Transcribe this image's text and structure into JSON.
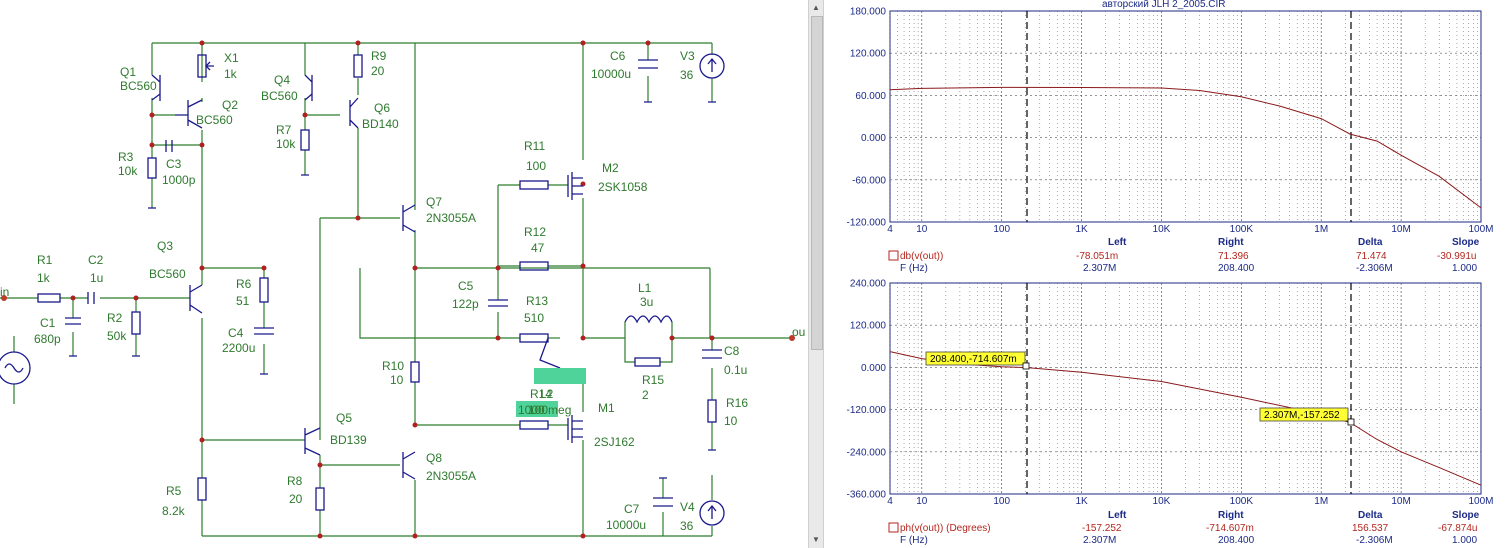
{
  "schematic": {
    "wire_color": "#2e7d2e",
    "component_color": "#1a1a8c",
    "text_color": "#2f7a2f",
    "highlight_color": "#4fd39a",
    "components": [
      {
        "id": "Q1",
        "ref": "Q1",
        "value": "BC560"
      },
      {
        "id": "Q2",
        "ref": "Q2",
        "value": "BC560"
      },
      {
        "id": "X1",
        "ref": "X1",
        "value": "1k"
      },
      {
        "id": "R3",
        "ref": "R3",
        "value": "10k"
      },
      {
        "id": "C3",
        "ref": "C3",
        "value": "1000p"
      },
      {
        "id": "Q4",
        "ref": "Q4",
        "value": "BC560"
      },
      {
        "id": "R9",
        "ref": "R9",
        "value": "20"
      },
      {
        "id": "Q6",
        "ref": "Q6",
        "value": "BD140"
      },
      {
        "id": "R7",
        "ref": "R7",
        "value": "10k"
      },
      {
        "id": "C6",
        "ref": "C6",
        "value": "10000u"
      },
      {
        "id": "V3",
        "ref": "V3",
        "value": "36"
      },
      {
        "id": "R11",
        "ref": "R11",
        "value": "100"
      },
      {
        "id": "M2",
        "ref": "M2",
        "value": "2SK1058"
      },
      {
        "id": "Q7",
        "ref": "Q7",
        "value": "2N3055A"
      },
      {
        "id": "R12",
        "ref": "R12",
        "value": "47"
      },
      {
        "id": "R1",
        "ref": "R1",
        "value": "1k"
      },
      {
        "id": "C2",
        "ref": "C2",
        "value": "1u"
      },
      {
        "id": "Q3",
        "ref": "Q3",
        "value": "BC560"
      },
      {
        "id": "R6",
        "ref": "R6",
        "value": "51"
      },
      {
        "id": "C5",
        "ref": "C5",
        "value": "122p"
      },
      {
        "id": "R13",
        "ref": "R13",
        "value": "510"
      },
      {
        "id": "L1",
        "ref": "L1",
        "value": "3u"
      },
      {
        "id": "C1",
        "ref": "C1",
        "value": "680p"
      },
      {
        "id": "R2",
        "ref": "R2",
        "value": "50k"
      },
      {
        "id": "C4",
        "ref": "C4",
        "value": "2200u"
      },
      {
        "id": "R10",
        "ref": "R10",
        "value": "10"
      },
      {
        "id": "R15",
        "ref": "R15",
        "value": "2"
      },
      {
        "id": "C8",
        "ref": "C8",
        "value": "0.1u"
      },
      {
        "id": "R16",
        "ref": "R16",
        "value": "10"
      },
      {
        "id": "M1",
        "ref": "M1",
        "value": "2SJ162"
      },
      {
        "id": "Q5",
        "ref": "Q5",
        "value": "BD139"
      },
      {
        "id": "Q8",
        "ref": "Q8",
        "value": "2N3055A"
      },
      {
        "id": "R8",
        "ref": "R8",
        "value": "20"
      },
      {
        "id": "R5",
        "ref": "R5",
        "value": "8.2k"
      },
      {
        "id": "C7",
        "ref": "C7",
        "value": "10000u"
      },
      {
        "id": "V4",
        "ref": "V4",
        "value": "36"
      }
    ],
    "overlap": {
      "r14": "R14",
      "l2": "L2",
      "val1": "1000",
      "val2": "100meg"
    },
    "nodes": {
      "in": "in",
      "out": "ou"
    }
  },
  "plot": {
    "title": "авторский JLH 2_2005.CIR",
    "x_ticks": [
      "4",
      "10",
      "100",
      "1K",
      "10K",
      "100K",
      "1M",
      "10M",
      "100M"
    ],
    "top": {
      "y_ticks": [
        "180.000",
        "120.000",
        "60.000",
        "0.000",
        "-60.000",
        "-120.000"
      ],
      "legend": "db(v(out))",
      "xunit": "F (Hz)",
      "table_headers": [
        "Left",
        "Right",
        "Delta",
        "Slope"
      ],
      "row1": [
        "-78.051m",
        "71.396",
        "71.474",
        "-30.991u"
      ],
      "row2": [
        "2.307M",
        "208.400",
        "-2.306M",
        "1.000"
      ]
    },
    "bottom": {
      "y_ticks": [
        "240.000",
        "120.000",
        "0.000",
        "-120.000",
        "-240.000",
        "-360.000"
      ],
      "legend": "ph(v(out)) (Degrees)",
      "xunit": "F (Hz)",
      "table_headers": [
        "Left",
        "Right",
        "Delta",
        "Slope"
      ],
      "row1": [
        "-157.252",
        "-714.607m",
        "156.537",
        "-67.874u"
      ],
      "row2": [
        "2.307M",
        "208.400",
        "-2.306M",
        "1.000"
      ],
      "cursor_left_label": "208.400,-714.607m",
      "cursor_right_label": "2.307M,-157.252"
    },
    "curve_color": "#8b1a1a",
    "axis_color": "#1c2a86"
  },
  "chart_data": [
    {
      "type": "line",
      "title": "авторский JLH 2_2005.CIR",
      "xscale": "log",
      "xlim": [
        4,
        100000000
      ],
      "ylim": [
        -120,
        180
      ],
      "xlabel": "F (Hz)",
      "series": [
        {
          "name": "db(v(out))",
          "x": [
            4,
            10,
            100,
            1000,
            10000,
            30000,
            100000,
            300000,
            1000000,
            2300000,
            5000000,
            10000000,
            30000000,
            100000000
          ],
          "y": [
            68,
            70,
            71.4,
            71.3,
            70.5,
            67,
            58,
            45,
            27,
            5,
            -5,
            -25,
            -55,
            -100
          ]
        }
      ],
      "cursors": {
        "left_x": 2307000,
        "right_x": 208.4
      }
    },
    {
      "type": "line",
      "title": "",
      "xscale": "log",
      "xlim": [
        4,
        100000000
      ],
      "ylim": [
        -360,
        240
      ],
      "xlabel": "F (Hz)",
      "series": [
        {
          "name": "ph(v(out)) (Degrees)",
          "x": [
            4,
            10,
            30,
            100,
            208.4,
            1000,
            10000,
            100000,
            1000000,
            2307000,
            5000000,
            10000000,
            30000000,
            100000000
          ],
          "y": [
            45,
            25,
            10,
            2,
            -0.7,
            -14,
            -40,
            -85,
            -133,
            -157,
            -205,
            -240,
            -285,
            -335
          ]
        }
      ],
      "cursors": {
        "left_x": 2307000,
        "right_x": 208.4
      }
    }
  ]
}
